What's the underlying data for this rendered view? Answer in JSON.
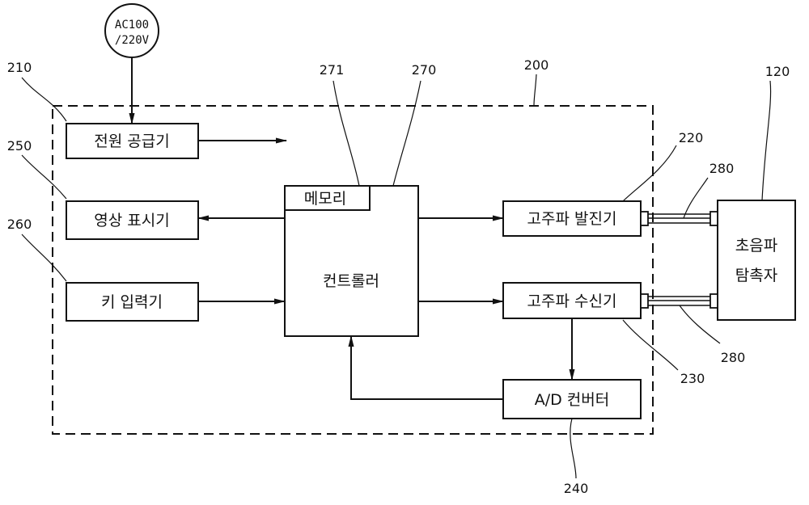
{
  "power_source": {
    "line1": "AC100",
    "line2": "/220V"
  },
  "boundary": {
    "ref": "200"
  },
  "blocks": {
    "power_supply": {
      "label": "전원 공급기",
      "ref": "210"
    },
    "display": {
      "label": "영상 표시기",
      "ref": "250"
    },
    "key_input": {
      "label": "키 입력기",
      "ref": "260"
    },
    "controller": {
      "label": "컨트롤러",
      "ref": "270"
    },
    "memory": {
      "label": "메모리",
      "ref": "271"
    },
    "transmitter": {
      "label": "고주파 발진기",
      "ref": "220"
    },
    "receiver": {
      "label": "고주파 수신기",
      "ref": "230"
    },
    "ad_converter": {
      "label": "A/D 컨버터",
      "ref": "240"
    },
    "probe": {
      "line1": "초음파",
      "line2": "탐촉자",
      "ref": "120"
    }
  },
  "cable": {
    "ref_top": "280",
    "ref_bottom": "280"
  }
}
